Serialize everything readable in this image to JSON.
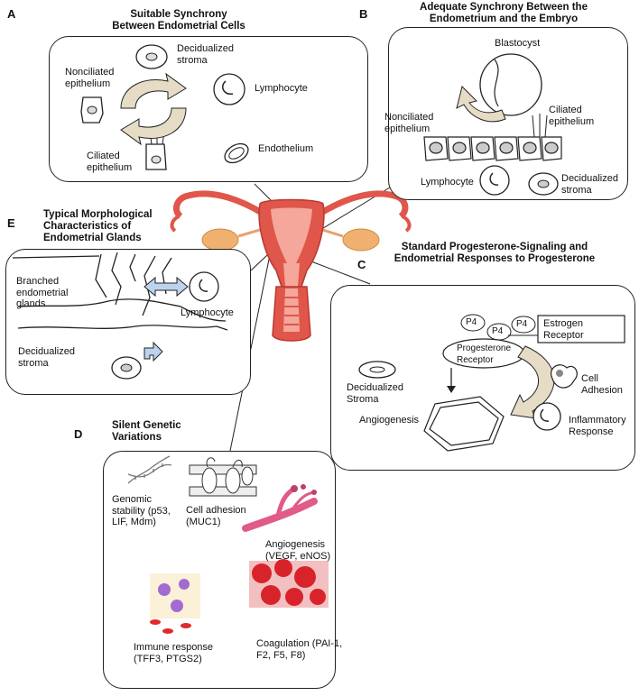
{
  "panels": {
    "A": {
      "letter": "A",
      "title": "Suitable Synchrony\nBetween Endometrial Cells",
      "labels": {
        "decidualized": "Decidualized\nstroma",
        "nonciliated": "Nonciliated\nepithelium",
        "lymphocyte": "Lymphocyte",
        "ciliated": "Ciliated\nepithelium",
        "endothelium": "Endothelium"
      }
    },
    "B": {
      "letter": "B",
      "title": "Adequate Synchrony Between the\nEndometrium and the Embryo",
      "labels": {
        "blastocyst": "Blastocyst",
        "nonciliated": "Nonciliated\nepithelium",
        "ciliated": "Ciliated\nepithelium",
        "lymphocyte": "Lymphocyte",
        "decidualized": "Decidualized\nstroma"
      }
    },
    "C": {
      "letter": "C",
      "title": "Standard Progesterone-Signaling and\nEndometrial Responses to Progesterone",
      "labels": {
        "p4": "P4",
        "estrogen": "Estrogen\nReceptor",
        "progesterone": "Progesterone\nReceptor",
        "decidualized": "Decidualized\nStroma",
        "cell_adhesion": "Cell Adhesion",
        "angiogenesis": "Angiogenesis",
        "inflammatory": "Inflammatory\nResponse"
      }
    },
    "D": {
      "letter": "D",
      "title": "Silent Genetic\nVariations",
      "labels": {
        "genomic": "Genomic\nstability (p53,\nLIF, Mdm)",
        "adhesion": "Cell adhesion\n(MUC1)",
        "angiogenesis": "Angiogenesis\n(VEGF, eNOS)",
        "immune": "Immune response\n(TFF3, PTGS2)",
        "coagulation": "Coagulation (PAI-1,\nF2, F5, F8)"
      }
    },
    "E": {
      "letter": "E",
      "title": "Typical Morphological\nCharacteristics of\nEndometrial Glands",
      "labels": {
        "branched": "Branched\nendometrial\nglands",
        "lymphocyte": "Lymphocyte",
        "decidualized": "Decidualized\nstroma"
      }
    }
  },
  "colors": {
    "uterus": "#e0564a",
    "uterus_light": "#f4a79a",
    "ovary": "#f0b070",
    "arrow_tan": "#c8b48a",
    "arrow_blue": "#bcd3ee",
    "blood": "#d8232a"
  }
}
